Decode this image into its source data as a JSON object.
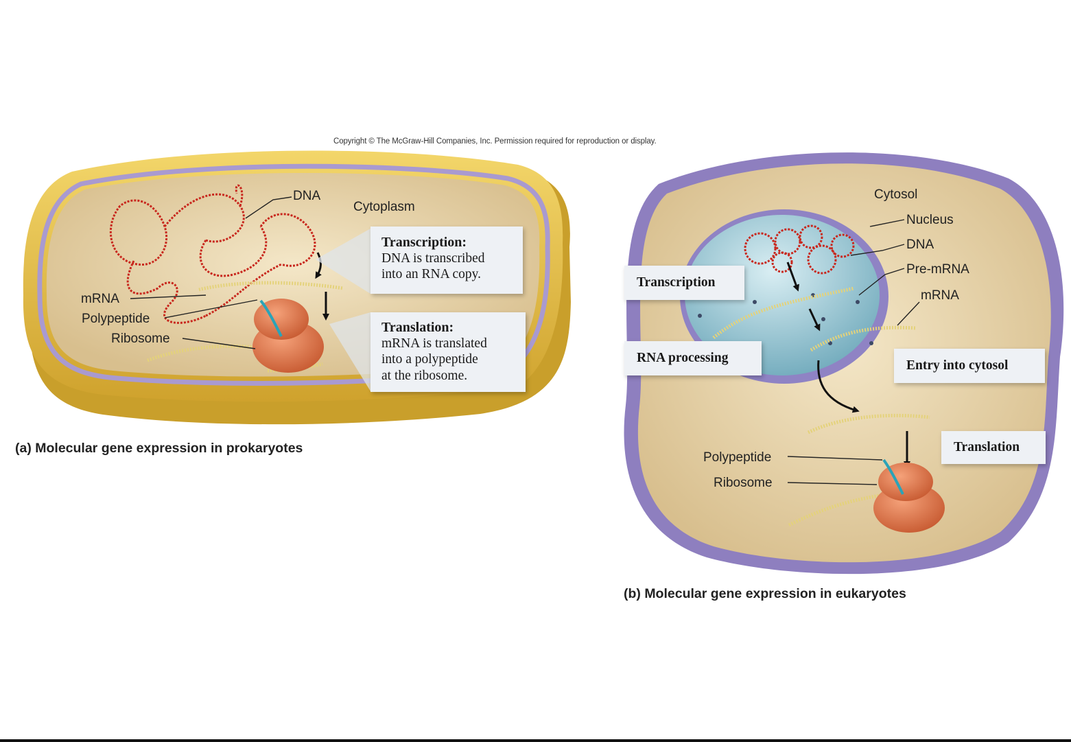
{
  "copyright": "Copyright © The McGraw-Hill Companies, Inc. Permission required for reproduction or display.",
  "prokaryote": {
    "labels": {
      "dna": "DNA",
      "cytoplasm": "Cytoplasm",
      "mrna": "mRNA",
      "polypeptide": "Polypeptide",
      "ribosome": "Ribosome"
    },
    "transcription_box": {
      "head": "Transcription:",
      "line1": "DNA is transcribed",
      "line2": "into an RNA copy."
    },
    "translation_box": {
      "head": "Translation:",
      "line1": "mRNA is translated",
      "line2": "into a polypeptide",
      "line3": "at the ribosome."
    },
    "caption": "(a) Molecular gene expression in prokaryotes"
  },
  "eukaryote": {
    "labels": {
      "cytosol": "Cytosol",
      "nucleus": "Nucleus",
      "dna": "DNA",
      "pre_mrna": "Pre-mRNA",
      "mrna": "mRNA",
      "polypeptide": "Polypeptide",
      "ribosome": "Ribosome"
    },
    "steps": {
      "transcription": "Transcription",
      "rna_processing": "RNA processing",
      "entry": "Entry into cytosol",
      "translation": "Translation"
    },
    "caption": "(b) Molecular gene expression in eukaryotes"
  },
  "colors": {
    "cell_wall": "#e9c24a",
    "membrane": "#a99ad0",
    "cytoplasm": "#e6d3ad",
    "nucleus": "#9ecbd6",
    "dna": "#c8281e",
    "mrna": "#e4d27a",
    "ribosome": "#e0784a",
    "polypeptide": "#2aa3b8"
  }
}
